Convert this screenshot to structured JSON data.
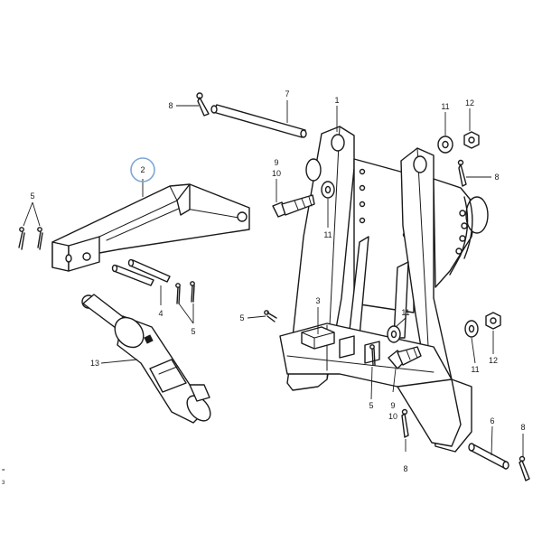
{
  "highlight": {
    "label": "2",
    "color": "#7ea6d8"
  },
  "callouts": [
    {
      "id": "c1",
      "text": "1"
    },
    {
      "id": "c2",
      "text": "2"
    },
    {
      "id": "c3",
      "text": "3"
    },
    {
      "id": "c4",
      "text": "4"
    },
    {
      "id": "c5a",
      "text": "5"
    },
    {
      "id": "c5b",
      "text": "5"
    },
    {
      "id": "c5c",
      "text": "5"
    },
    {
      "id": "c5d",
      "text": "5"
    },
    {
      "id": "c6",
      "text": "6"
    },
    {
      "id": "c7",
      "text": "7"
    },
    {
      "id": "c8a",
      "text": "8"
    },
    {
      "id": "c8b",
      "text": "8"
    },
    {
      "id": "c8c",
      "text": "8"
    },
    {
      "id": "c8d",
      "text": "8"
    },
    {
      "id": "c9a",
      "text": "9"
    },
    {
      "id": "c10a",
      "text": "10"
    },
    {
      "id": "c9b",
      "text": "9"
    },
    {
      "id": "c10b",
      "text": "10"
    },
    {
      "id": "c11a",
      "text": "11"
    },
    {
      "id": "c11b",
      "text": "11"
    },
    {
      "id": "c11c",
      "text": "11"
    },
    {
      "id": "c11d",
      "text": "11"
    },
    {
      "id": "c12a",
      "text": "12"
    },
    {
      "id": "c12b",
      "text": "12"
    },
    {
      "id": "c13",
      "text": "13"
    }
  ],
  "edge_text": [
    "=",
    "3"
  ]
}
